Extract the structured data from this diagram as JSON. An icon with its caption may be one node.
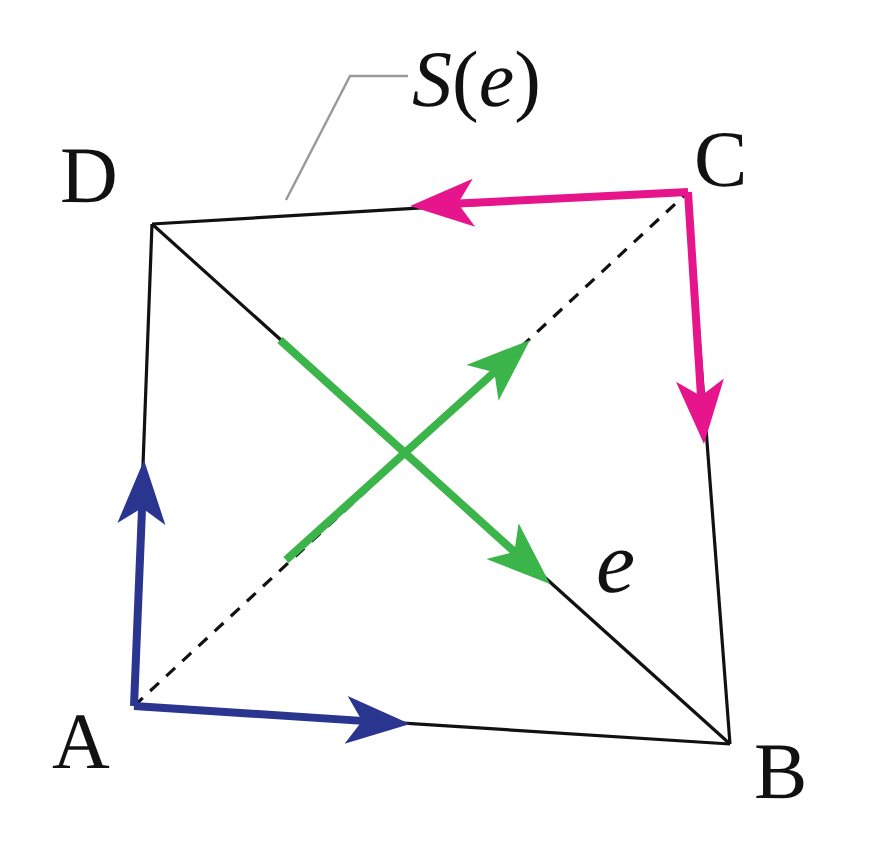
{
  "diagram": {
    "nodes": [
      {
        "text": [
          "*S*(*e*)"
        ]
      },
      {
        "text": [
          "D"
        ]
      },
      {
        "text": [
          "C"
        ]
      },
      {
        "text": [
          "A"
        ]
      },
      {
        "text": [
          "B"
        ]
      }
    ],
    "edges": [
      {
        "from": 3,
        "to": 4,
        "arrow": "none"
      },
      {
        "from": 4,
        "to": 2,
        "arrow": "none"
      },
      {
        "from": 2,
        "to": 1,
        "arrow": "none"
      },
      {
        "from": 1,
        "to": 3,
        "arrow": "none"
      },
      {
        "from": 1,
        "to": 4,
        "arrow": "none",
        "label": "*e*"
      },
      {
        "from": 3,
        "to": 2,
        "arrow": "none",
        "style": "dashed"
      },
      {
        "from": 0,
        "to": null,
        "arrow": "none",
        "color": "#999999"
      }
    ]
  }
}
